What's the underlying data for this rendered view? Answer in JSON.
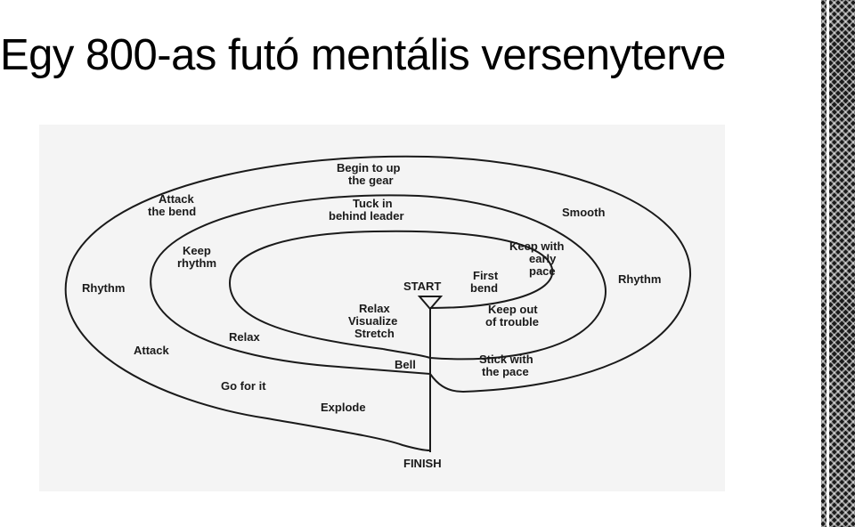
{
  "slide": {
    "title": "Egy 800-as futó mentális versenyterve"
  },
  "diagram": {
    "start_label": "START",
    "finish_label": "FINISH",
    "labels": {
      "begin_to_up": "Begin to up",
      "the_gear": "the gear",
      "tuck_in": "Tuck in",
      "behind_leader": "behind leader",
      "attack": "Attack",
      "the_bend": "the bend",
      "smooth": "Smooth",
      "keep_with": "Keep with",
      "early": "early",
      "pace": "pace",
      "keep": "Keep",
      "rhythm_lower": "rhythm",
      "rhythm_left": "Rhythm",
      "rhythm_right": "Rhythm",
      "first": "First",
      "bend": "bend",
      "relax_inner": "Relax",
      "visualize": "Visualize",
      "stretch": "Stretch",
      "keep_out": "Keep out",
      "of_trouble": "of trouble",
      "relax_middle": "Relax",
      "attack_outer": "Attack",
      "bell": "Bell",
      "stick_with": "Stick with",
      "the_pace": "the pace",
      "go_for_it": "Go for it",
      "explode": "Explode"
    }
  }
}
